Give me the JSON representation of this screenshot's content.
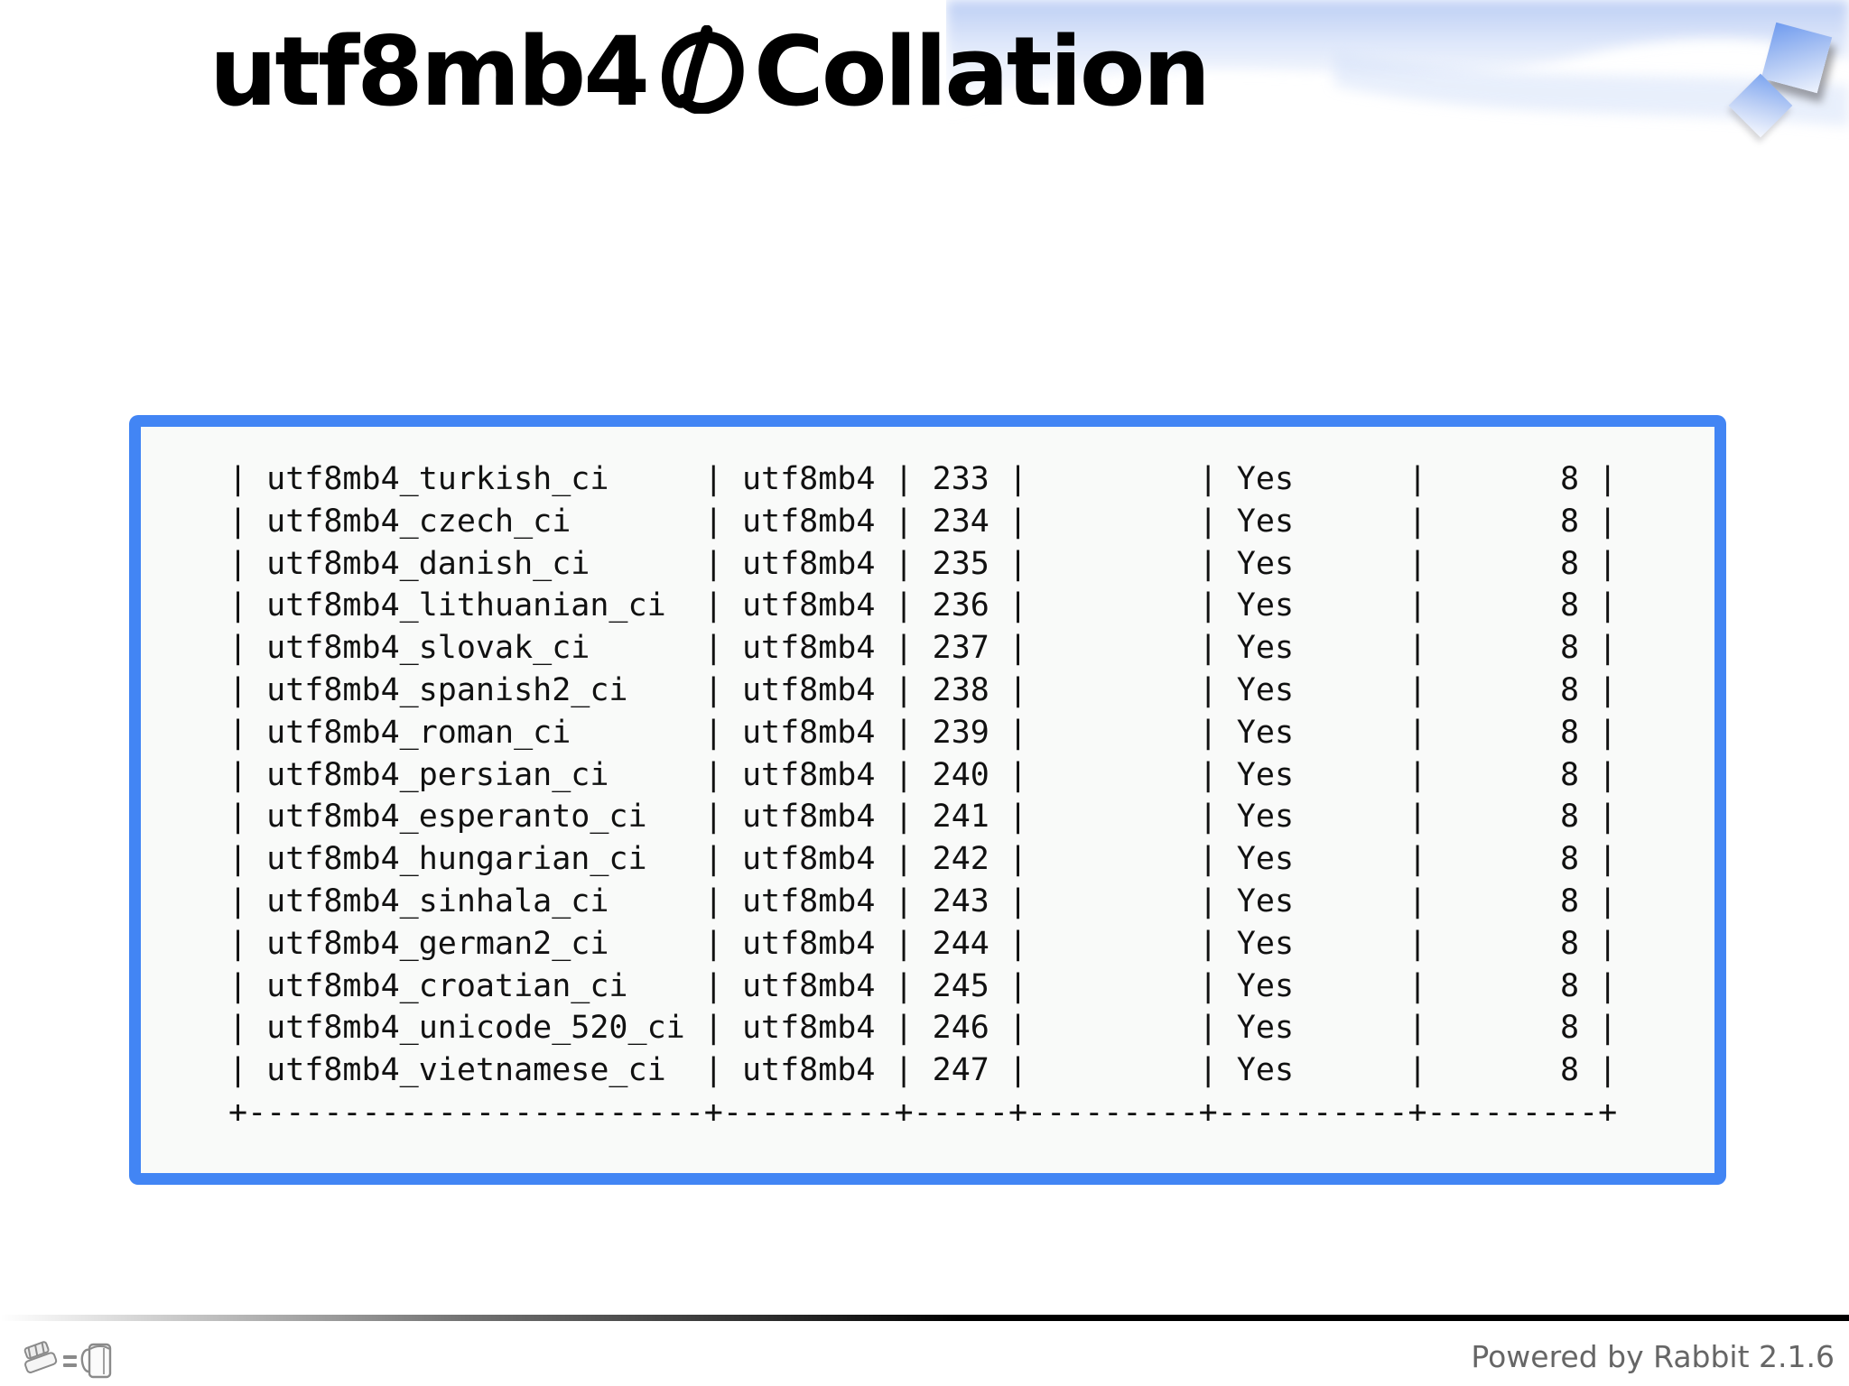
{
  "slide": {
    "title": "utf8mb4 の Collation",
    "title_parts": {
      "left": "utf8mb4",
      "middle": "の",
      "right": "Collation"
    },
    "footer": {
      "powered_by": "Powered by Rabbit 2.1.6"
    }
  },
  "icons": {
    "top_right": [
      "deco-square-icon",
      "deco-square-icon",
      "wave-decoration-icon"
    ],
    "footer_left": [
      "sushi-icon",
      "equals-icon",
      "beer-mug-icon"
    ]
  },
  "colors": {
    "box_border": "#4285f4",
    "deco_square_blue": "#6f9bef",
    "wave_blue": "#c9d9f5",
    "title_text": "#000000",
    "table_text": "#111111",
    "footer_text": "#666666"
  },
  "table": {
    "rows": [
      {
        "collation": "utf8mb4_turkish_ci",
        "charset": "utf8mb4",
        "id": "233",
        "default": "",
        "compiled": "Yes",
        "sortlen": "8"
      },
      {
        "collation": "utf8mb4_czech_ci",
        "charset": "utf8mb4",
        "id": "234",
        "default": "",
        "compiled": "Yes",
        "sortlen": "8"
      },
      {
        "collation": "utf8mb4_danish_ci",
        "charset": "utf8mb4",
        "id": "235",
        "default": "",
        "compiled": "Yes",
        "sortlen": "8"
      },
      {
        "collation": "utf8mb4_lithuanian_ci",
        "charset": "utf8mb4",
        "id": "236",
        "default": "",
        "compiled": "Yes",
        "sortlen": "8"
      },
      {
        "collation": "utf8mb4_slovak_ci",
        "charset": "utf8mb4",
        "id": "237",
        "default": "",
        "compiled": "Yes",
        "sortlen": "8"
      },
      {
        "collation": "utf8mb4_spanish2_ci",
        "charset": "utf8mb4",
        "id": "238",
        "default": "",
        "compiled": "Yes",
        "sortlen": "8"
      },
      {
        "collation": "utf8mb4_roman_ci",
        "charset": "utf8mb4",
        "id": "239",
        "default": "",
        "compiled": "Yes",
        "sortlen": "8"
      },
      {
        "collation": "utf8mb4_persian_ci",
        "charset": "utf8mb4",
        "id": "240",
        "default": "",
        "compiled": "Yes",
        "sortlen": "8"
      },
      {
        "collation": "utf8mb4_esperanto_ci",
        "charset": "utf8mb4",
        "id": "241",
        "default": "",
        "compiled": "Yes",
        "sortlen": "8"
      },
      {
        "collation": "utf8mb4_hungarian_ci",
        "charset": "utf8mb4",
        "id": "242",
        "default": "",
        "compiled": "Yes",
        "sortlen": "8"
      },
      {
        "collation": "utf8mb4_sinhala_ci",
        "charset": "utf8mb4",
        "id": "243",
        "default": "",
        "compiled": "Yes",
        "sortlen": "8"
      },
      {
        "collation": "utf8mb4_german2_ci",
        "charset": "utf8mb4",
        "id": "244",
        "default": "",
        "compiled": "Yes",
        "sortlen": "8"
      },
      {
        "collation": "utf8mb4_croatian_ci",
        "charset": "utf8mb4",
        "id": "245",
        "default": "",
        "compiled": "Yes",
        "sortlen": "8"
      },
      {
        "collation": "utf8mb4_unicode_520_ci",
        "charset": "utf8mb4",
        "id": "246",
        "default": "",
        "compiled": "Yes",
        "sortlen": "8"
      },
      {
        "collation": "utf8mb4_vietnamese_ci",
        "charset": "utf8mb4",
        "id": "247",
        "default": "",
        "compiled": "Yes",
        "sortlen": "8"
      }
    ],
    "bottom_separator": true
  }
}
